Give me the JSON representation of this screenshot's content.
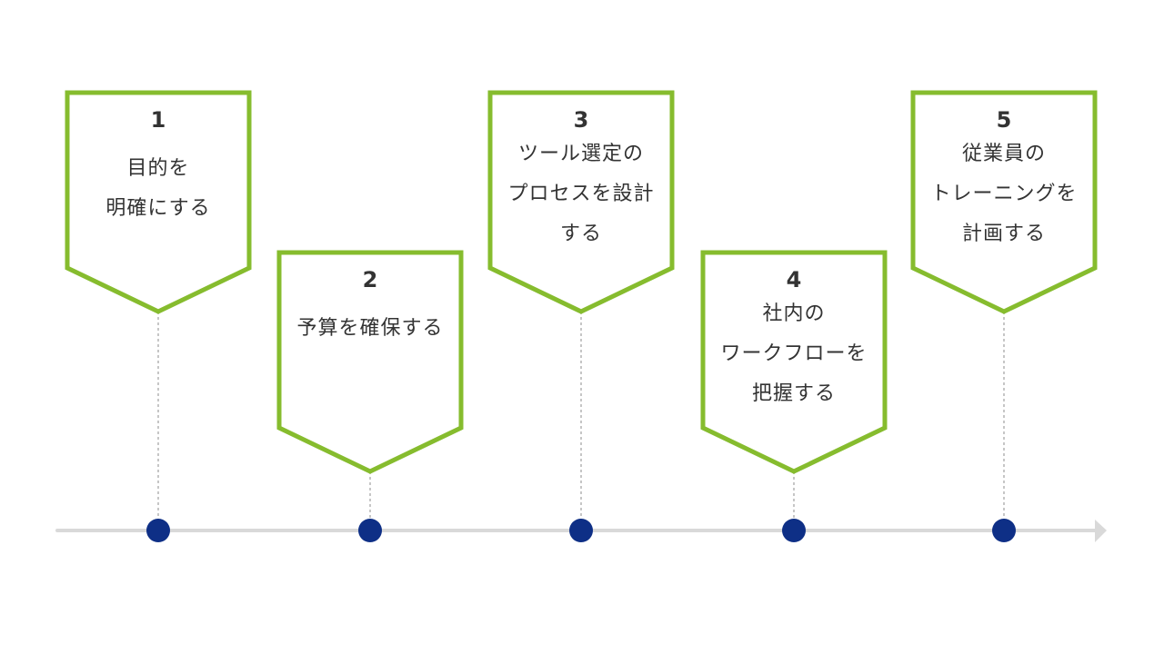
{
  "colors": {
    "frame": "#86bc2e",
    "dot": "#0e2f86",
    "axis": "#d9d9d9",
    "connector": "#8c8c8c",
    "text": "#333333"
  },
  "steps": [
    {
      "number": "1",
      "lines": [
        "目的を",
        "明確にする"
      ]
    },
    {
      "number": "2",
      "lines": [
        "予算を確保する"
      ]
    },
    {
      "number": "3",
      "lines": [
        "ツール選定の",
        "プロセスを設計",
        "する"
      ]
    },
    {
      "number": "4",
      "lines": [
        "社内の",
        "ワークフローを",
        "把握する"
      ]
    },
    {
      "number": "5",
      "lines": [
        "従業員の",
        "トレーニングを",
        "計画する"
      ]
    }
  ]
}
